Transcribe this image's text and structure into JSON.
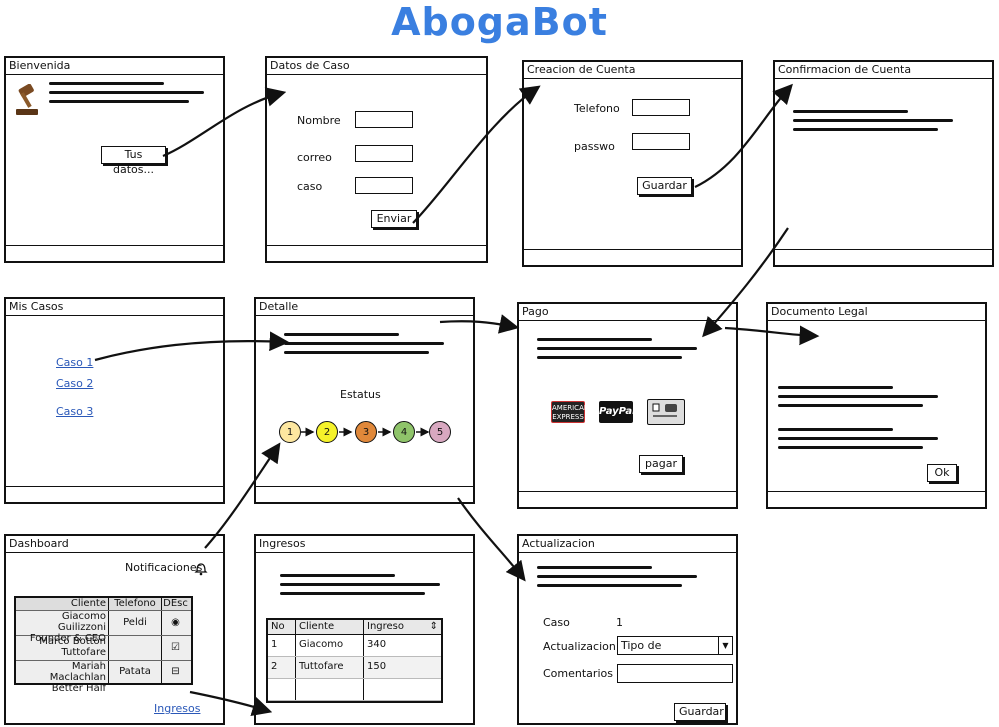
{
  "app_title": "AbogaBot",
  "screens": {
    "bienvenida": {
      "title": "Bienvenida",
      "button": "Tus datos..."
    },
    "datos_caso": {
      "title": "Datos de Caso",
      "fields": [
        "Nombre",
        "correo",
        "caso"
      ],
      "button": "Enviar"
    },
    "creacion_cuenta": {
      "title": "Creacion de Cuenta",
      "fields": [
        "Telefono",
        "passwo"
      ],
      "button": "Guardar"
    },
    "confirmacion_cuenta": {
      "title": "Confirmacion de Cuenta"
    },
    "mis_casos": {
      "title": "Mis Casos",
      "links": [
        "Caso 1",
        "Caso 2",
        "Caso 3"
      ]
    },
    "detalle": {
      "title": "Detalle",
      "status_label": "Estatus",
      "steps": [
        "1",
        "2",
        "3",
        "4",
        "5"
      ]
    },
    "pago": {
      "title": "Pago",
      "cards": [
        "AMERICAN EXPRESS",
        "PayPal"
      ],
      "button": "pagar"
    },
    "documento_legal": {
      "title": "Documento Legal",
      "button": "Ok"
    },
    "dashboard": {
      "title": "Dashboard",
      "notifications": "Notificaciones",
      "columns": [
        "Cliente",
        "Telefono",
        "DEsc"
      ],
      "rows": [
        {
          "cliente": "Giacomo Guilizzoni\nFounder & CEO",
          "telefono": "Peldi"
        },
        {
          "cliente": "Marco Botton\nTuttofare",
          "telefono": ""
        },
        {
          "cliente": "Mariah Maclachlan\nBetter Half",
          "telefono": "Patata"
        }
      ],
      "link": "Ingresos"
    },
    "ingresos": {
      "title": "Ingresos",
      "columns": [
        "No",
        "Cliente",
        "Ingreso"
      ],
      "rows": [
        {
          "no": "1",
          "cliente": "Giacomo",
          "ingreso": "340"
        },
        {
          "no": "2",
          "cliente": "Tuttofare",
          "ingreso": "150"
        }
      ]
    },
    "actualizacion": {
      "title": "Actualizacion",
      "caso_label": "Caso",
      "caso_value": "1",
      "actualizacion_label": "Actualizacion",
      "select_value": "Tipo de Actualizacion",
      "comentarios_label": "Comentarios",
      "button": "Guardar"
    }
  },
  "colors": {
    "title": "#3a7fe0",
    "step1": "#fde7a0",
    "step2": "#f5f22a",
    "step3": "#e0883a",
    "step4": "#8fc46a",
    "step5": "#d8a8c0"
  }
}
